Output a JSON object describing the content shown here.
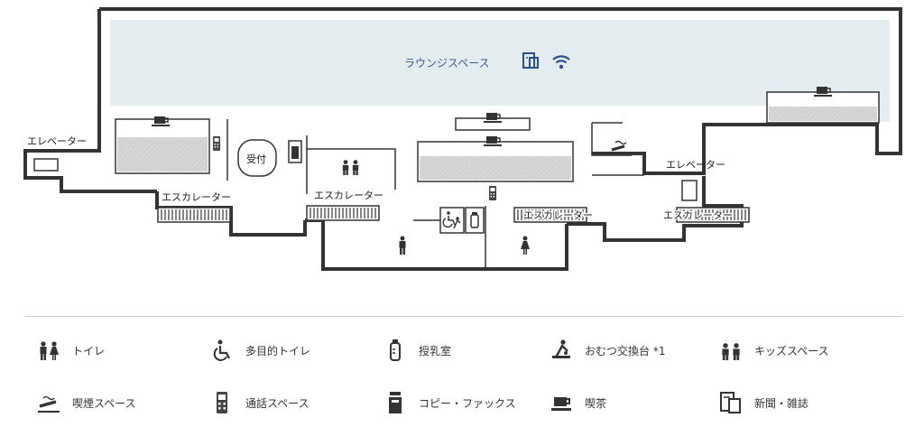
{
  "map": {
    "lounge_label": "ラウンジスペース",
    "reception_label": "受付",
    "elevator_labels": [
      "エレベーター",
      "エレベーター"
    ],
    "escalator_labels": [
      "エスカレーター",
      "エスカレーター",
      "エスカレーター",
      "エスカレーター"
    ]
  },
  "legend": [
    {
      "icon": "toilet-icon",
      "label": "トイレ"
    },
    {
      "icon": "accessible-toilet-icon",
      "label": "多目的トイレ"
    },
    {
      "icon": "nursing-room-icon",
      "label": "授乳室"
    },
    {
      "icon": "diaper-changing-icon",
      "label": "おむつ交換台 *1"
    },
    {
      "icon": "kids-space-icon",
      "label": "キッズスペース"
    },
    {
      "icon": "smoking-space-icon",
      "label": "喫煙スペース"
    },
    {
      "icon": "phone-space-icon",
      "label": "通話スペース"
    },
    {
      "icon": "copy-fax-icon",
      "label": "コピー・ファックス"
    },
    {
      "icon": "cafe-icon",
      "label": "喫茶"
    },
    {
      "icon": "newspaper-icon",
      "label": "新聞・雑誌"
    }
  ],
  "colors": {
    "wall": "#333333",
    "lounge": "#e3ecee",
    "counter": "#d9d9d9",
    "accent": "#2b4f8c"
  }
}
